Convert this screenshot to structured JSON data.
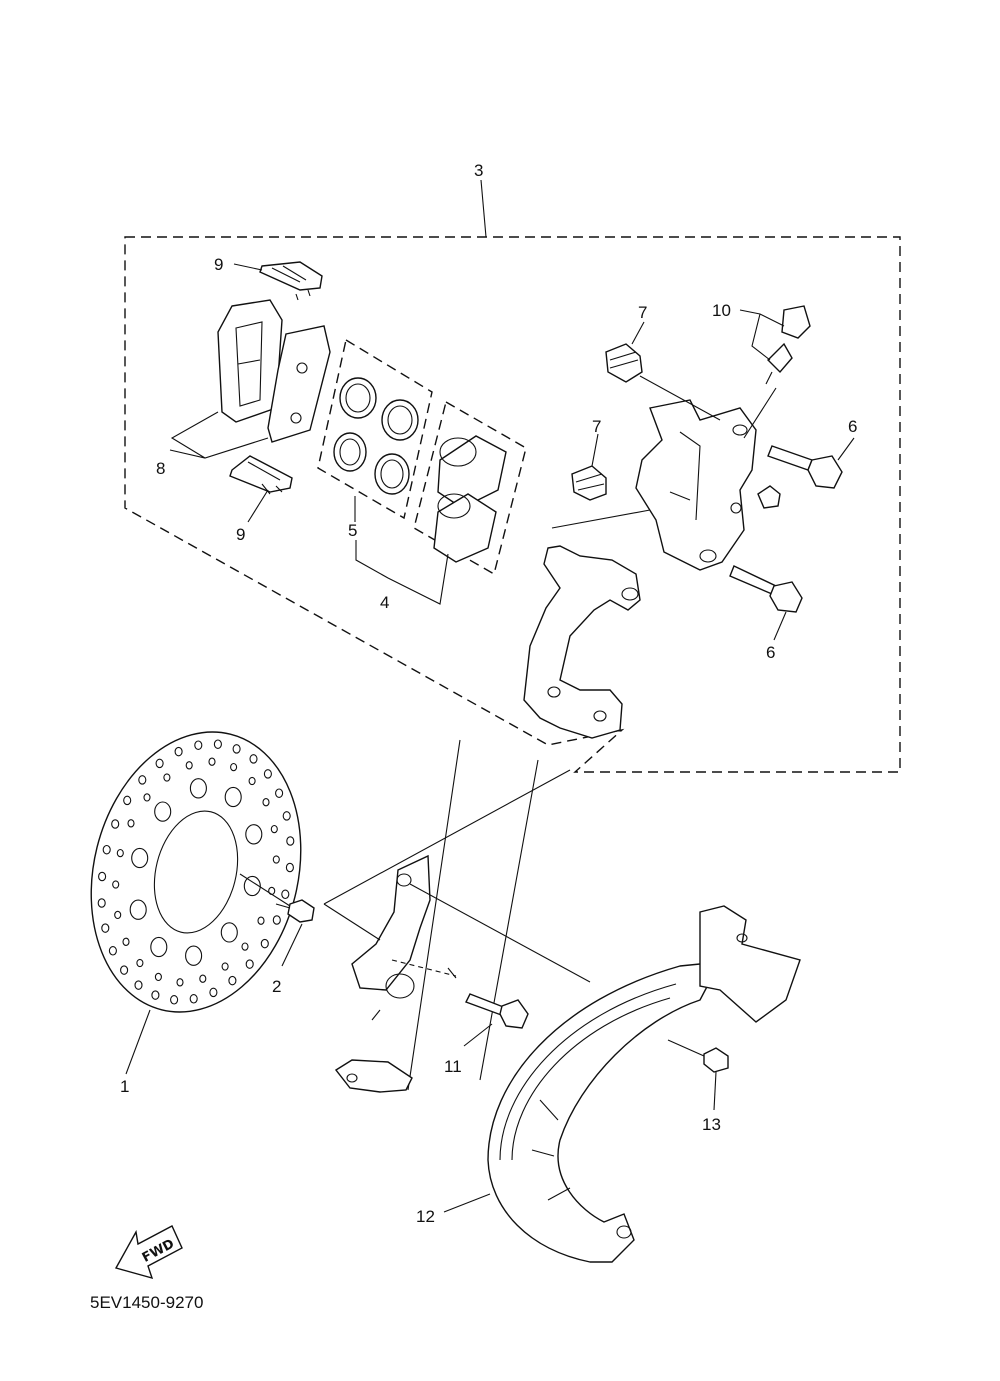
{
  "diagram": {
    "code": "5EV1450-9270",
    "fwd_label": "FWD",
    "callouts": {
      "c1": "1",
      "c2": "2",
      "c3": "3",
      "c4": "4",
      "c5": "5",
      "c6a": "6",
      "c6b": "6",
      "c7a": "7",
      "c7b": "7",
      "c8": "8",
      "c9a": "9",
      "c9b": "9",
      "c10": "10",
      "c11": "11",
      "c12": "12",
      "c13": "13"
    }
  }
}
